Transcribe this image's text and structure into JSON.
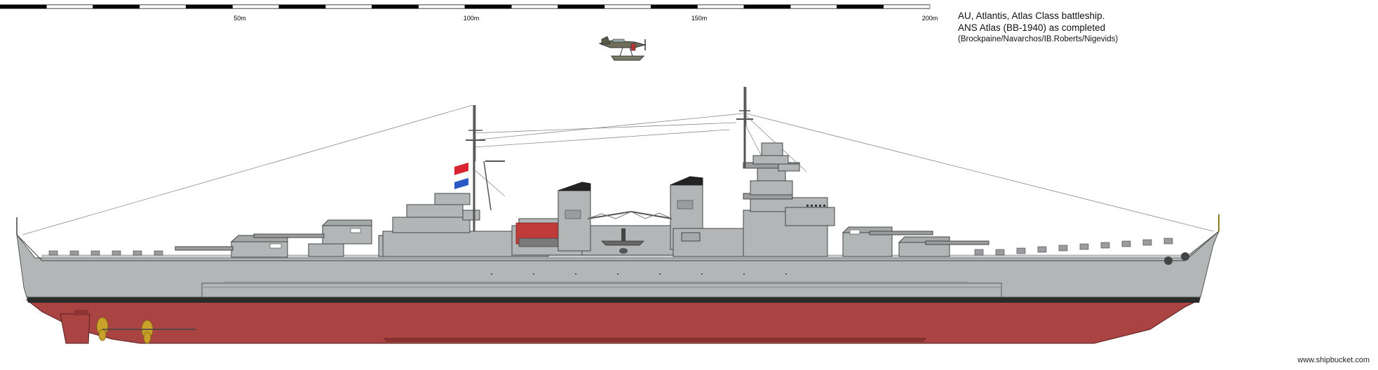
{
  "scale_bar": {
    "labels": [
      "50m",
      "100m",
      "150m",
      "200m"
    ]
  },
  "title": {
    "line1": "AU, Atlantis, Atlas Class battleship.",
    "line2": "ANS Atlas (BB-1940) as completed",
    "line3": "(Brockpaine/Navarchos/IB.Roberts/Nigevids)"
  },
  "credit": "www.shipbucket.com",
  "colors": {
    "hull_gray": "#b3b6b7",
    "bottom_red": "#a94442",
    "boot_top": "#2a2a2a",
    "deck_dark": "#3a3a3a",
    "flag_red": "#d9232f",
    "flag_white": "#ffffff",
    "flag_blue": "#2a58c6",
    "bronze": "#c8a02a"
  }
}
